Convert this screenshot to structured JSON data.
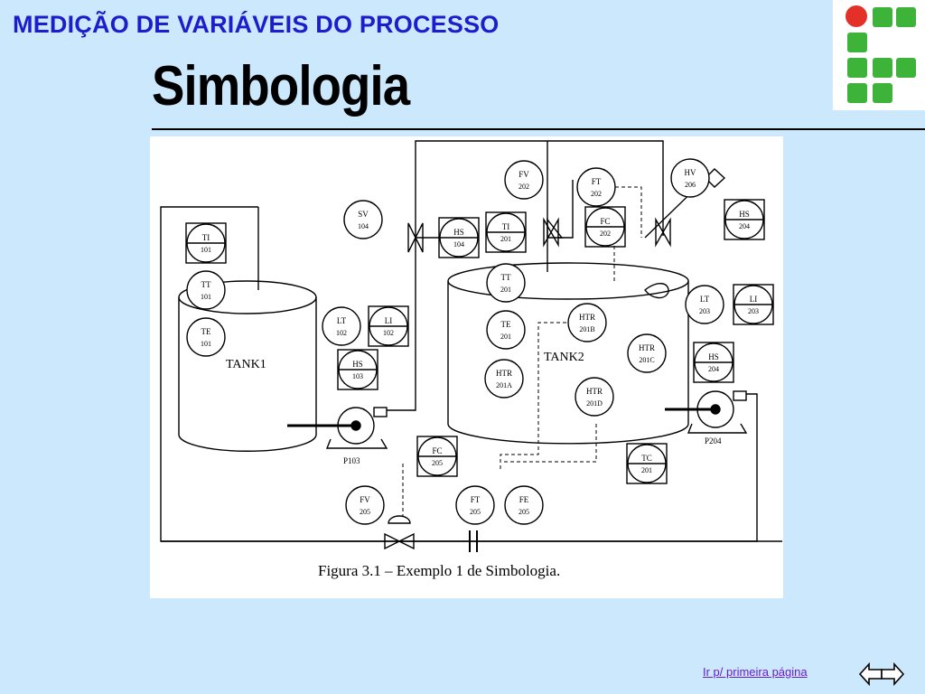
{
  "header": {
    "topic": "MEDIÇÃO DE VARIÁVEIS DO PROCESSO",
    "title": "Simbologia"
  },
  "logo": {
    "icon": "ifsc-logo-icon",
    "colors": {
      "green": "#3db33a",
      "red": "#e3312a"
    }
  },
  "figure": {
    "caption": "Figura 3.1 – Exemplo 1 de Simbologia.",
    "tanks": [
      "TANK1",
      "TANK2"
    ],
    "pumps": [
      "P103",
      "P204"
    ],
    "instruments": [
      {
        "tag": "TI",
        "num": "101"
      },
      {
        "tag": "TT",
        "num": "101"
      },
      {
        "tag": "TE",
        "num": "101"
      },
      {
        "tag": "SV",
        "num": "104"
      },
      {
        "tag": "HS",
        "num": "104"
      },
      {
        "tag": "LT",
        "num": "102"
      },
      {
        "tag": "LI",
        "num": "102"
      },
      {
        "tag": "HS",
        "num": "103"
      },
      {
        "tag": "FV",
        "num": "202"
      },
      {
        "tag": "FT",
        "num": "202"
      },
      {
        "tag": "FC",
        "num": "202"
      },
      {
        "tag": "TI",
        "num": "201"
      },
      {
        "tag": "TT",
        "num": "201"
      },
      {
        "tag": "TE",
        "num": "201"
      },
      {
        "tag": "HV",
        "num": "206"
      },
      {
        "tag": "HS",
        "num": "204"
      },
      {
        "tag": "LT",
        "num": "203"
      },
      {
        "tag": "LI",
        "num": "203"
      },
      {
        "tag": "HTR",
        "num": "201B"
      },
      {
        "tag": "HTR",
        "num": "201A"
      },
      {
        "tag": "HTR",
        "num": "201C"
      },
      {
        "tag": "HTR",
        "num": "201D"
      },
      {
        "tag": "HS",
        "num": "204"
      },
      {
        "tag": "TC",
        "num": "201"
      },
      {
        "tag": "FC",
        "num": "205"
      },
      {
        "tag": "FV",
        "num": "205"
      },
      {
        "tag": "FT",
        "num": "205"
      },
      {
        "tag": "FE",
        "num": "205"
      }
    ]
  },
  "footer": {
    "link_text": "Ir p/ primeira página",
    "nav_icon": "back-forward-arrows-icon"
  }
}
